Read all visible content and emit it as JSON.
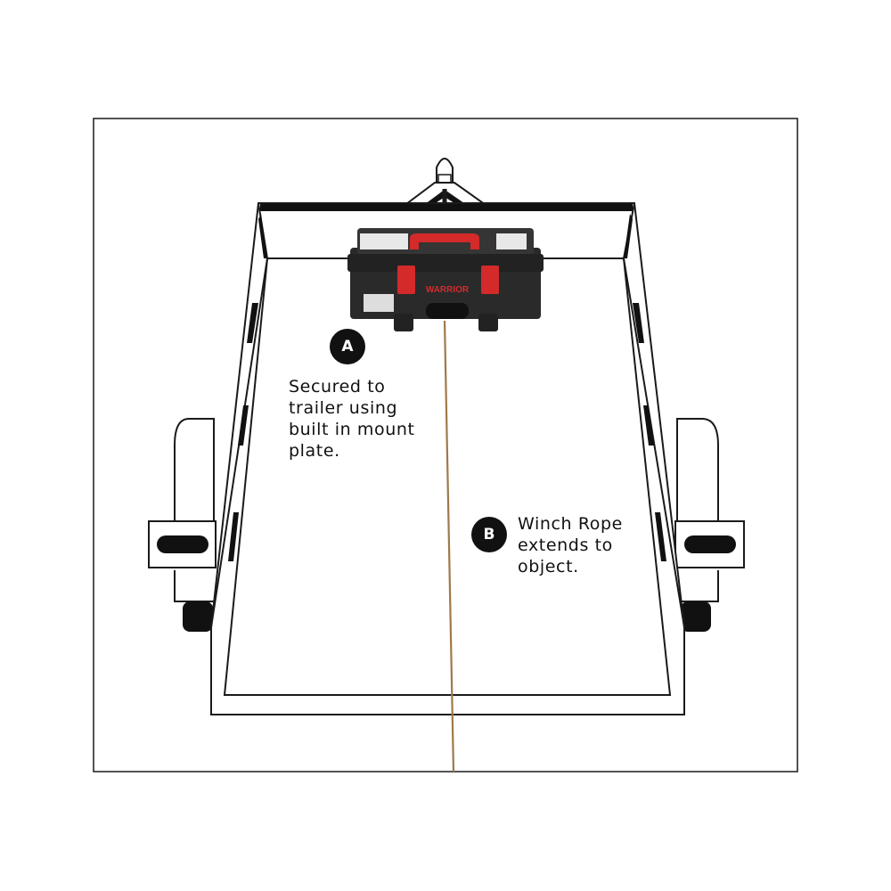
{
  "callouts": [
    {
      "marker": "A",
      "lines": [
        "Secured to",
        "trailer using",
        "built in mount",
        "plate."
      ]
    },
    {
      "marker": "B",
      "lines": [
        "Winch Rope",
        "extends to",
        "object."
      ]
    }
  ],
  "winch": {
    "brand_label": "WARRIOR",
    "colors": {
      "body": "#2a2a2a",
      "accent": "#d42a2a"
    }
  },
  "rope": {
    "color": "#a0794a"
  }
}
